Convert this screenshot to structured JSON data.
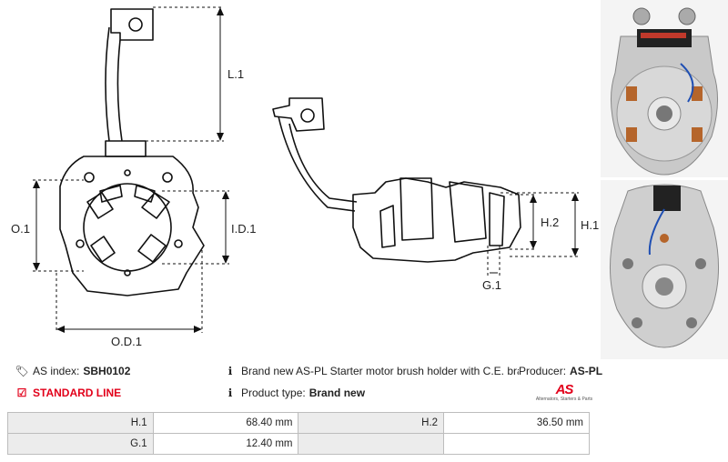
{
  "dimension_labels": {
    "l1": "L.1",
    "o1": "O.1",
    "id1": "I.D.1",
    "od1": "O.D.1",
    "h2": "H.2",
    "h1": "H.1",
    "g1": "G.1"
  },
  "info": {
    "as_index_label": "AS index:",
    "as_index_value": "SBH0102",
    "standard_line": "STANDARD LINE",
    "description": "Brand new AS-PL Starter motor brush holder with C.E. bracket",
    "producer_label": "Producer:",
    "producer_value": "AS-PL",
    "product_type_label": "Product type:",
    "product_type_value": "Brand new"
  },
  "logo": {
    "mark": "AS",
    "tagline": "Alternators, Starters & Parts"
  },
  "specs": [
    {
      "k1": "H.1",
      "v1": "68.40 mm",
      "k2": "H.2",
      "v2": "36.50 mm"
    },
    {
      "k1": "G.1",
      "v1": "12.40 mm",
      "k2": "",
      "v2": ""
    }
  ],
  "colors": {
    "accent": "#e2001a",
    "line": "#111111",
    "table_header": "#ececec"
  },
  "icons": [
    "tag-icon",
    "checkbox-icon",
    "info-icon"
  ]
}
